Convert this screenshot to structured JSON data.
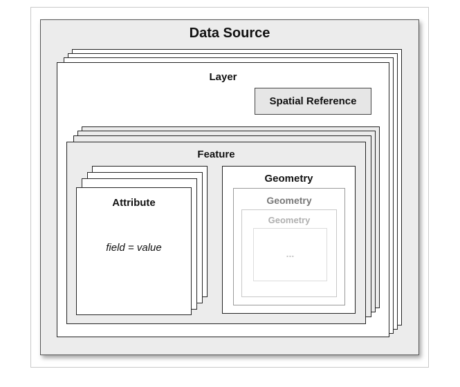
{
  "diagram": {
    "data_source": {
      "title": "Data Source"
    },
    "layer": {
      "title": "Layer"
    },
    "spatial_reference": {
      "label": "Spatial Reference"
    },
    "feature": {
      "title": "Feature"
    },
    "attribute": {
      "title": "Attribute",
      "content": "field = value"
    },
    "geometry": {
      "levels": [
        "Geometry",
        "Geometry",
        "Geometry"
      ],
      "ellipsis": "..."
    },
    "colors": {
      "data_source_fill": "#ececec",
      "layer_fill": "#ffffff",
      "feature_fill": "#ececec",
      "spatial_reference_fill": "#e6e6e6",
      "border": "#222222"
    }
  }
}
